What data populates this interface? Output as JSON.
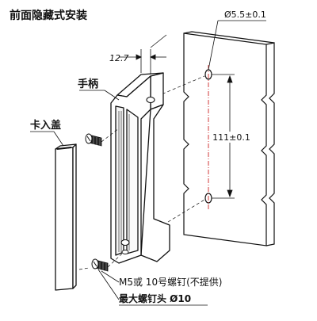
{
  "title": "前面隐藏式安装",
  "labels": {
    "handle": "手柄",
    "snap_cover": "卡入盖",
    "hole_diameter": "Ø5.5±0.1",
    "offset_dim": "12.7",
    "hole_spacing": "111±0.1",
    "screw_spec": "M5或 10号螺钉(不提供)",
    "screw_head": "最大螺钉头 Ø10"
  },
  "colors": {
    "line": "#111111",
    "centerline": "#d23a3a"
  }
}
